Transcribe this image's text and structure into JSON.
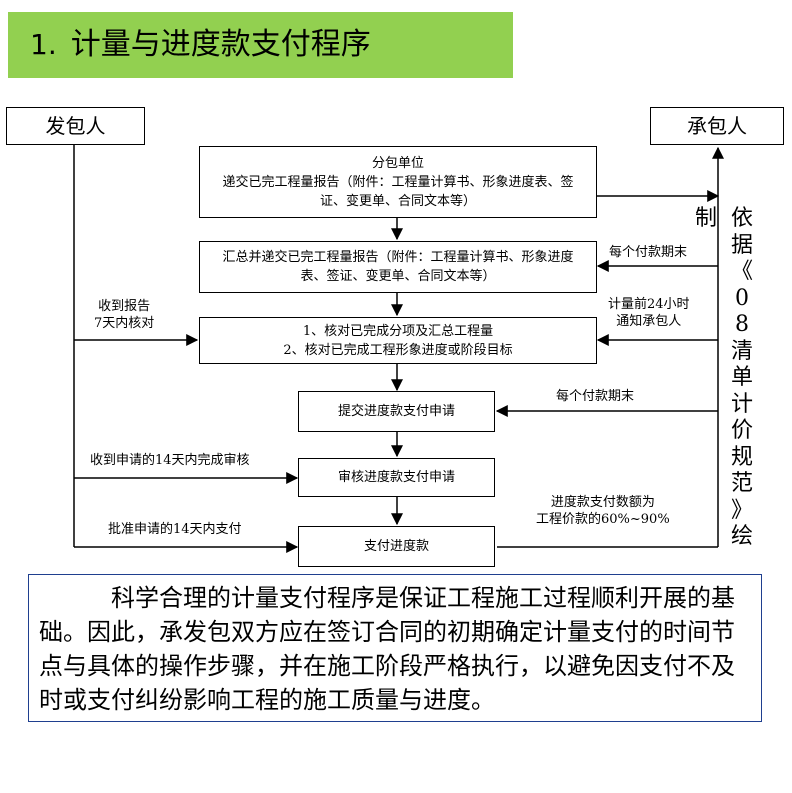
{
  "title": {
    "number": "1.",
    "text": "计量与进度款支付程序",
    "bar_color": "#92d050"
  },
  "parties": {
    "employer": "发包人",
    "contractor": "承包人"
  },
  "steps": {
    "subcontractor_title": "分包单位",
    "subcontractor_text": "递交已完工程量报告（附件：工程量计算书、形象进度表、签证、变更单、合同文本等）",
    "summary": "汇总并递交已完工程量报告（附件：工程量计算书、形象进度表、签证、变更单、合同文本等）",
    "verify_1": "1、核对已完成分项及汇总工程量",
    "verify_2": "2、核对已完成工程形象进度或阶段目标",
    "submit": "提交进度款支付申请",
    "review": "审核进度款支付申请",
    "pay": "支付进度款"
  },
  "labels": {
    "receive_report": "收到报告\n7天内核对",
    "receive_application": "收到申请的14天内完成审核",
    "approve_pay": "批准申请的14天内支付",
    "each_period_1": "每个付款期末",
    "notify": "计量前24小时\n通知承包人",
    "each_period_2": "每个付款期末",
    "ratio": "进度款支付数额为\n工程价款的60%~90%",
    "basis_left": "制",
    "basis_right": "依\n据\n《\n0\n8\n清\n单\n计\n价\n规\n范\n》\n绘"
  },
  "paragraph": "科学合理的计量支付程序是保证工程施工过程顺利开展的基础。因此，承发包双方应在签订合同的初期确定计量支付的时间节点与具体的操作步骤，并在施工阶段严格执行，以避免因支付不及时或支付纠纷影响工程的施工质量与进度。"
}
